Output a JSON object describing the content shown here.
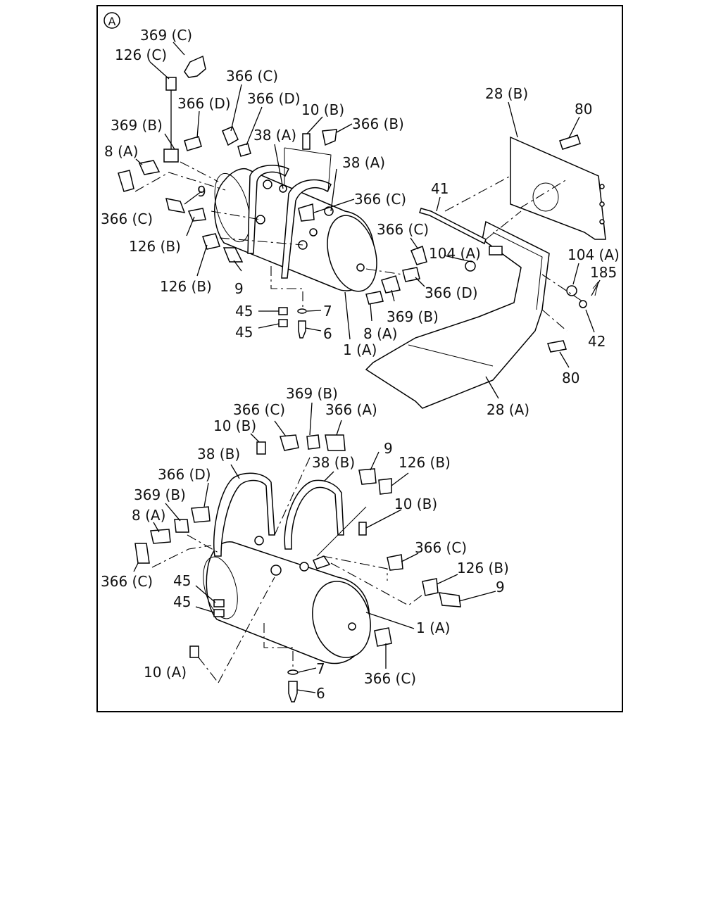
{
  "diagram": {
    "view_marker": "A",
    "upper_assembly": {
      "labels": [
        "369 (C)",
        "126 (C)",
        "366 (C)",
        "366 (D)",
        "366 (D)",
        "10 (B)",
        "366 (B)",
        "369 (B)",
        "8 (A)",
        "38 (A)",
        "38 (A)",
        "366 (C)",
        "9",
        "366 (C)",
        "126 (B)",
        "126 (B)",
        "9",
        "45",
        "45",
        "7",
        "6",
        "1 (A)",
        "8 (A)",
        "369 (B)",
        "366 (D)",
        "366 (C)",
        "104 (A)",
        "41",
        "28 (B)",
        "80",
        "104 (A)",
        "185",
        "42",
        "80",
        "28 (A)"
      ]
    },
    "lower_assembly": {
      "labels": [
        "369 (B)",
        "366 (C)",
        "366 (A)",
        "10 (B)",
        "38 (B)",
        "38 (B)",
        "9",
        "126 (B)",
        "366 (D)",
        "10 (B)",
        "369 (B)",
        "8 (A)",
        "366 (C)",
        "366 (C)",
        "126 (B)",
        "9",
        "45",
        "45",
        "1 (A)",
        "10 (A)",
        "7",
        "366 (C)",
        "6"
      ]
    }
  }
}
